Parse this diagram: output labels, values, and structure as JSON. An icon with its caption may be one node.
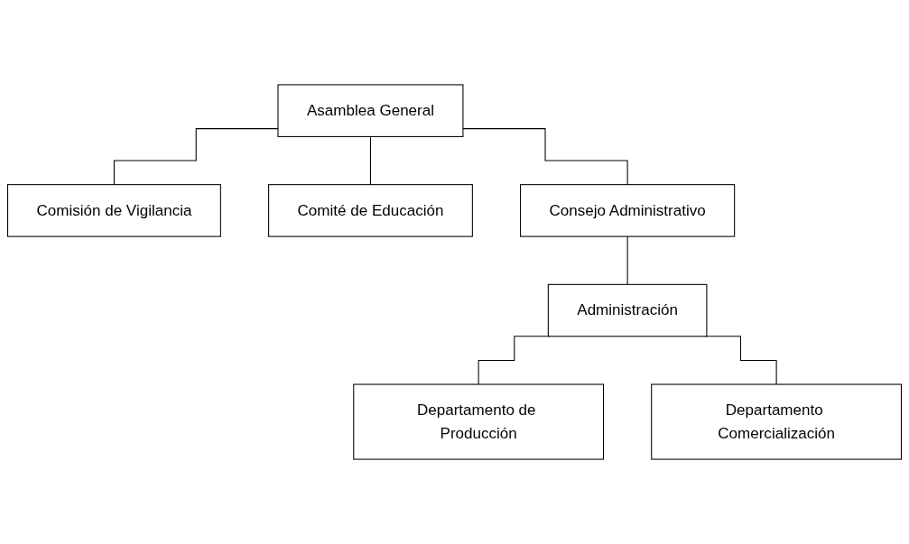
{
  "diagram": {
    "nodes": [
      {
        "text": [
          "Asamblea General"
        ]
      },
      {
        "text": [
          "Comisión de Vigilancia"
        ]
      },
      {
        "text": [
          "Comité de Educación"
        ]
      },
      {
        "text": [
          "Consejo Administrativo"
        ]
      },
      {
        "text": [
          "Administración"
        ]
      },
      {
        "text": [
          "Departamento de Producción"
        ]
      },
      {
        "text": [
          "Departamento Comercialización"
        ]
      }
    ],
    "edges": [
      {
        "from": 0,
        "to": 1,
        "arrow": "none"
      },
      {
        "from": 0,
        "to": 3,
        "arrow": "none"
      },
      {
        "from": 0,
        "to": 2,
        "arrow": "none"
      },
      {
        "from": 3,
        "to": 4,
        "arrow": "none"
      },
      {
        "from": 4,
        "to": 5,
        "arrow": "none"
      },
      {
        "from": 4,
        "to": 6,
        "arrow": "none"
      }
    ]
  }
}
